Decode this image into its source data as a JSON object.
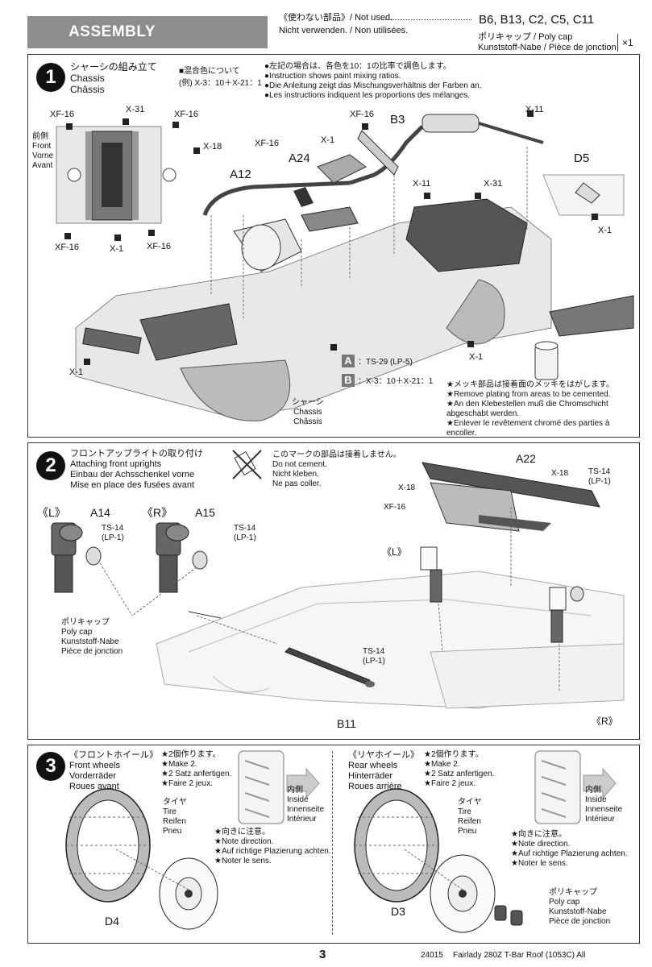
{
  "header": {
    "title": "ASSEMBLY",
    "notused_jp": "《使わない部品》/ Not used.",
    "notused_de_fr": "Nicht verwenden. / Non utilisées.",
    "notused_parts": "B6, B13, C2, C5, C11",
    "polycap_jp": "ポリキャップ / Poly cap",
    "polycap_de_fr": "Kunststoff-Nabe / Pièce de jonction",
    "polycap_count": "×1"
  },
  "step1": {
    "number": "1",
    "title_jp": "シャーシの組み立て",
    "title_en": "Chassis",
    "title_de_fr": "Châssis",
    "mix_jp": "■混合色について",
    "mix_example": "(例) X-3：10＋X-21：1",
    "notes": [
      "●左記の場合は、各色を10：1の比率で調色します。",
      "●Instruction shows paint mixing ratios.",
      "●Die Anleitung zeigt das Mischungsverhältnis der Farben an.",
      "●Les instructions indiquent les proportions des mélanges."
    ],
    "front_jp": "前側",
    "front_en": "Front",
    "front_de": "Vorne",
    "front_fr": "Avant",
    "part_labels": [
      "A12",
      "A24",
      "B3",
      "D5"
    ],
    "paint_labels": [
      "XF-16",
      "X-31",
      "XF-16",
      "X-18",
      "XF-16",
      "X-1",
      "XF-16",
      "XF-16",
      "X-1",
      "XF-16",
      "X-11",
      "X-11",
      "X-31",
      "X-1",
      "X-1",
      "X-1"
    ],
    "legend_a_letter": "A",
    "legend_a": "：TS-29 (LP-5)",
    "legend_b_letter": "B",
    "legend_b": "：X-3：10＋X-21：1",
    "chassis_jp": "シャーシ",
    "chassis_en": "Chassis",
    "chassis_fr": "Châssis",
    "plating": [
      "★メッキ部品は接着面のメッキをはがします。",
      "★Remove plating from areas to be cemented.",
      "★An den Klebestellen muß die Chromschicht abgeschabt werden.",
      "★Enlever le revêtement chromé des parties à encoller."
    ]
  },
  "step2": {
    "number": "2",
    "title_jp": "フロントアップライトの取り付け",
    "title_en": "Attaching front uprights",
    "title_de": "Einbau der Achsschenkel vorne",
    "title_fr": "Mise en place des fusées avant",
    "nocement_jp": "このマークの部品は接着しません。",
    "nocement_en": "Do not cement.",
    "nocement_de": "Nicht kleben.",
    "nocement_fr": "Ne pas coller.",
    "left_label": "《L》",
    "left_part": "A14",
    "right_label": "《R》",
    "right_part": "A15",
    "ts14": "TS-14",
    "lp1": "(LP-1)",
    "polycap_jp": "ポリキャップ",
    "polycap_en": "Poly cap",
    "polycap_de": "Kunststoff-Nabe",
    "polycap_fr": "Pièce de jonction",
    "part_a22": "A22",
    "part_b11": "B11",
    "x18a": "X-18",
    "x18b": "X-18",
    "xf16": "XF-16",
    "inner_l": "《L》",
    "inner_r": "《R》"
  },
  "step3": {
    "number": "3",
    "front_jp": "《フロントホイール》",
    "front_en": "Front wheels",
    "front_de": "Vorderräder",
    "front_fr": "Roues avant",
    "rear_jp": "《リヤホイール》",
    "rear_en": "Rear wheels",
    "rear_de": "Hinterräder",
    "rear_fr": "Roues arrière",
    "make2": [
      "★2個作ります。",
      "★Make 2.",
      "★2 Satz anfertigen.",
      "★Faire 2 jeux."
    ],
    "inside_jp": "内側",
    "inside_en": "Inside",
    "inside_de": "Innenseite",
    "inside_fr": "Intérieur",
    "tire_jp": "タイヤ",
    "tire_en": "Tire",
    "tire_de": "Reifen",
    "tire_fr": "Pneu",
    "direction": [
      "★向きに注意。",
      "★Note direction.",
      "★Auf richtige Plazierung achten.",
      "★Noter le sens."
    ],
    "front_part": "D4",
    "rear_part": "D3",
    "polycap_jp": "ポリキャップ",
    "polycap_de": "Kunststoff-Nabe",
    "polycap_fr": "Pièce de jonction",
    "polycap_en": "Poly cap"
  },
  "footer": {
    "page": "3",
    "code": "24015",
    "model": "Fairlady 280Z T-Bar Roof (1053C) All"
  }
}
